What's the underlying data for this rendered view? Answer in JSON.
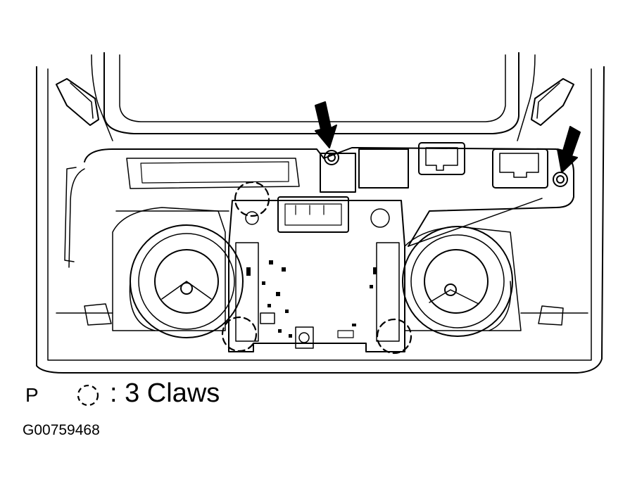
{
  "view_label": "P",
  "legend": {
    "symbol": "dashed-circle-icon",
    "text": ": 3 Claws"
  },
  "figure_code": "G00759468",
  "callouts": {
    "arrow_count": 2,
    "claw_count": 3
  },
  "colors": {
    "ink": "#000000",
    "background": "#ffffff"
  }
}
